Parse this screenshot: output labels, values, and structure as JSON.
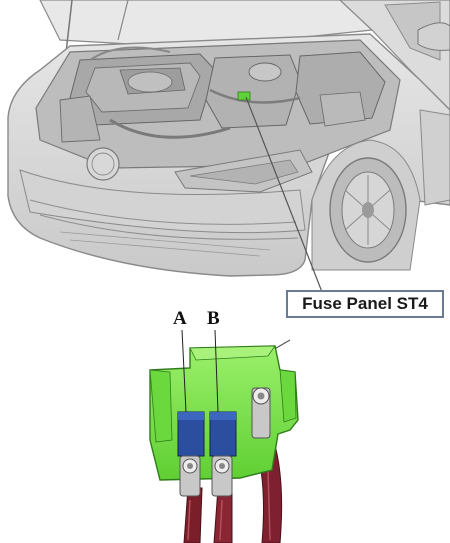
{
  "callout": {
    "label": "Fuse Panel ST4"
  },
  "fuses": [
    {
      "letter": "A"
    },
    {
      "letter": "B"
    }
  ],
  "colors": {
    "car_body": "#d9d9d9",
    "car_outline": "#8a8a8a",
    "fuse_panel": "#7de84a",
    "fuse": "#2b4f9e",
    "cable": "#7a1f2a",
    "terminal": "#c8c8c8",
    "callout_border": "#6a7c94"
  },
  "icons": [
    "car-illustration",
    "fuse-panel-illustration",
    "leader-line"
  ]
}
